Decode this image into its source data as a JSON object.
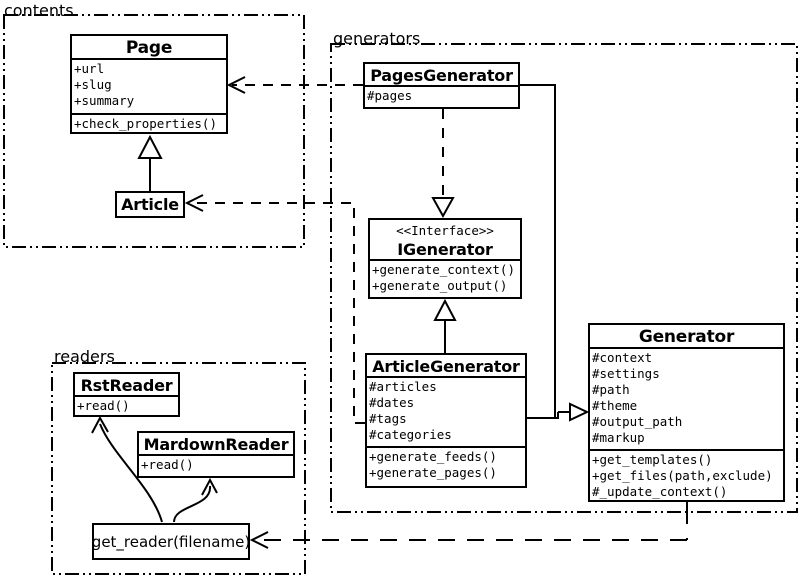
{
  "diagram": {
    "type": "uml-class-diagram",
    "background_color": "#ffffff",
    "line_color": "#000000",
    "packages": [
      {
        "label": "contents"
      },
      {
        "label": "generators"
      },
      {
        "label": "readers"
      }
    ],
    "classes": {
      "page": {
        "title": "Page",
        "attributes": [
          "+url",
          "+slug",
          "+summary"
        ],
        "methods": [
          "+check_properties()"
        ]
      },
      "article": {
        "title": "Article"
      },
      "pages_generator": {
        "title": "PagesGenerator",
        "attributes": [
          "#pages"
        ]
      },
      "igenerator": {
        "stereotype": "<<Interface>>",
        "title": "IGenerator",
        "methods": [
          "+generate_context()",
          "+generate_output()"
        ]
      },
      "article_generator": {
        "title": "ArticleGenerator",
        "attributes": [
          "#articles",
          "#dates",
          "#tags",
          "#categories"
        ],
        "methods": [
          "+generate_feeds()",
          "+generate_pages()"
        ]
      },
      "generator": {
        "title": "Generator",
        "attributes": [
          "#context",
          "#settings",
          "#path",
          "#theme",
          "#output_path",
          "#markup"
        ],
        "methods": [
          "+get_templates()",
          "+get_files(path,exclude)",
          "#_update_context()"
        ]
      },
      "rst_reader": {
        "title": "RstReader",
        "methods": [
          "+read()"
        ]
      },
      "mardown_reader": {
        "title": "MardownReader",
        "methods": [
          "+read()"
        ]
      },
      "get_reader": {
        "title": "get_reader(filename)"
      }
    },
    "relationships": [
      {
        "from": "PagesGenerator",
        "to": "Page",
        "type": "dependency-dashed-open-arrow"
      },
      {
        "from": "ArticleGenerator",
        "to": "Article",
        "type": "dependency-dashed-open-arrow"
      },
      {
        "from": "Article",
        "to": "Page",
        "type": "inheritance-hollow-triangle"
      },
      {
        "from": "PagesGenerator",
        "to": "IGenerator",
        "type": "realization-dashed-hollow-triangle"
      },
      {
        "from": "ArticleGenerator",
        "to": "IGenerator",
        "type": "inheritance-hollow-triangle"
      },
      {
        "from": "PagesGenerator",
        "to": "Generator",
        "type": "inheritance-hollow-triangle"
      },
      {
        "from": "ArticleGenerator",
        "to": "Generator",
        "type": "inheritance-hollow-triangle"
      },
      {
        "from": "Generator",
        "to": "get_reader(filename)",
        "type": "dependency-dashed-open-arrow"
      },
      {
        "from": "get_reader(filename)",
        "to": "RstReader",
        "type": "curved-open-arrow"
      },
      {
        "from": "get_reader(filename)",
        "to": "MardownReader",
        "type": "curved-open-arrow"
      }
    ]
  }
}
